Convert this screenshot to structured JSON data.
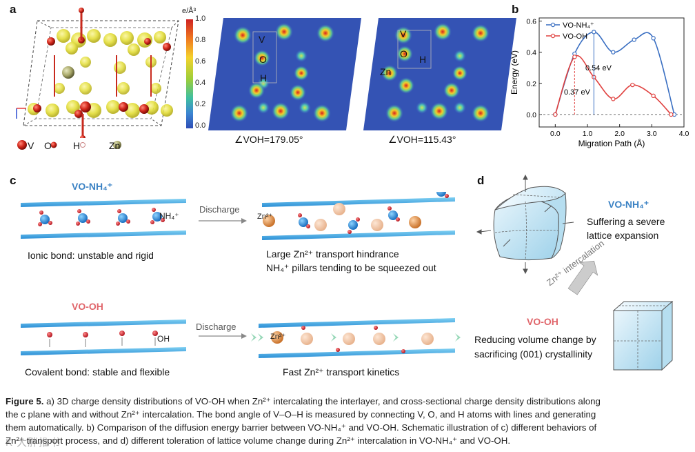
{
  "panel_a": {
    "label": "a",
    "legend": {
      "v": "V",
      "o": "O",
      "h": "H",
      "zn": "Zn"
    },
    "colorbar_title": "e/Å³",
    "colorbar_ticks": [
      "1.0",
      "0.8",
      "0.6",
      "0.4",
      "0.2",
      "0.0"
    ],
    "slice1": {
      "v": "V",
      "o": "O",
      "h": "H",
      "angle": "∠VOH=179.05°"
    },
    "slice2": {
      "v": "V",
      "o": "O",
      "h": "H",
      "zn": "Zn",
      "angle": "∠VOH=115.43°"
    }
  },
  "panel_b": {
    "label": "b",
    "legend1": "VO-NH₄⁺",
    "legend2": "VO-OH",
    "ylabel": "Energy (eV)",
    "xlabel": "Migration Path (Å)",
    "ann1": "0.54 eV",
    "ann2": "0.37 eV"
  },
  "chart_data": {
    "type": "line",
    "xlabel": "Migration Path (Å)",
    "ylabel": "Energy (eV)",
    "xlim": [
      -0.5,
      4.0
    ],
    "ylim": [
      -0.08,
      0.62
    ],
    "xticks": [
      "0.0",
      "1.0",
      "2.0",
      "3.0",
      "4.0"
    ],
    "yticks": [
      "0.0",
      "0.2",
      "0.4",
      "0.6"
    ],
    "series": [
      {
        "name": "VO-NH₄⁺",
        "color": "#3a6fc2",
        "x": [
          0.0,
          0.6,
          1.2,
          1.8,
          2.45,
          3.05,
          3.7
        ],
        "y": [
          0.0,
          0.39,
          0.53,
          0.4,
          0.48,
          0.49,
          0.0
        ]
      },
      {
        "name": "VO-OH",
        "color": "#e0403e",
        "x": [
          0.0,
          0.6,
          1.2,
          1.8,
          2.4,
          3.05,
          3.6
        ],
        "y": [
          0.0,
          0.37,
          0.24,
          0.1,
          0.19,
          0.12,
          0.0
        ]
      }
    ],
    "annotations": [
      "0.54 eV",
      "0.37 eV"
    ]
  },
  "panel_c": {
    "label": "c",
    "top_title": "VO-NH₄⁺",
    "nh4_label": "NH₄⁺",
    "discharge1": "Discharge",
    "zn_label1": "Zn²⁺",
    "top_left_caption": "Ionic bond: unstable and rigid",
    "top_right_caption1": "Large Zn²⁺ transport hindrance",
    "top_right_caption2": "NH₄⁺ pillars tending to be squeezed out",
    "bottom_title": "VO-OH",
    "oh_label": "OH",
    "discharge2": "Discharge",
    "zn_label2": "Zn²⁺",
    "bottom_left_caption": "Covalent bond: stable and flexible",
    "bottom_right_caption": "Fast Zn²⁺ transport kinetics"
  },
  "panel_d": {
    "label": "d",
    "title1": "VO-NH₄⁺",
    "desc1_line1": "Suffering a severe",
    "desc1_line2": "lattice expansion",
    "intercalation": "Zn²⁺ intercalation",
    "title2": "VO-OH",
    "desc2_line1": "Reducing  volume change by",
    "desc2_line2": "sacrificing (001) crystallinity"
  },
  "caption": {
    "lead": "Figure 5.",
    "line1": "a) 3D charge density distributions of VO-OH when Zn²⁺ intercalating the interlayer, and cross-sectional charge density distributions along",
    "line2": "the c plane with and without Zn²⁺ intercalation. The bond angle of V–O–H is measured by connecting V, O, and H atoms with lines and generating",
    "line3": "them automatically. b) Comparison of the diffusion energy barrier between VO-NH₄⁺ and VO-OH. Schematic illustration of c) different behaviors of",
    "line4": "Zn²⁺ transport process, and d) different toleration of lattice volume change during Zn²⁺ intercalation in VO-NH₄⁺ and VO-OH."
  },
  "watermark": "K 大胖推书"
}
